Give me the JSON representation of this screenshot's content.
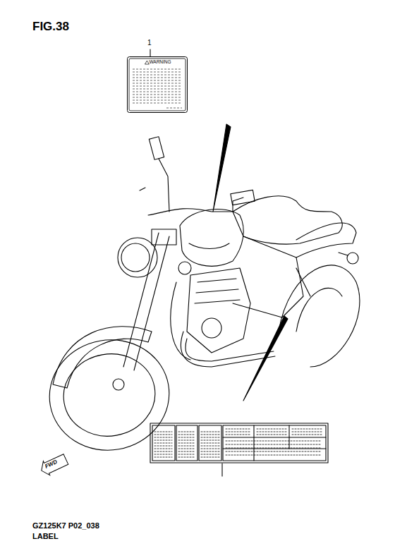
{
  "diagram": {
    "title": "FIG.38",
    "nodes": [
      {
        "text": [
          "WARNING"
        ]
      },
      {
        "text": [
          "FWD"
        ]
      }
    ],
    "labels": [
      "1",
      "GZ125K7 P02_038",
      "LABEL"
    ]
  }
}
